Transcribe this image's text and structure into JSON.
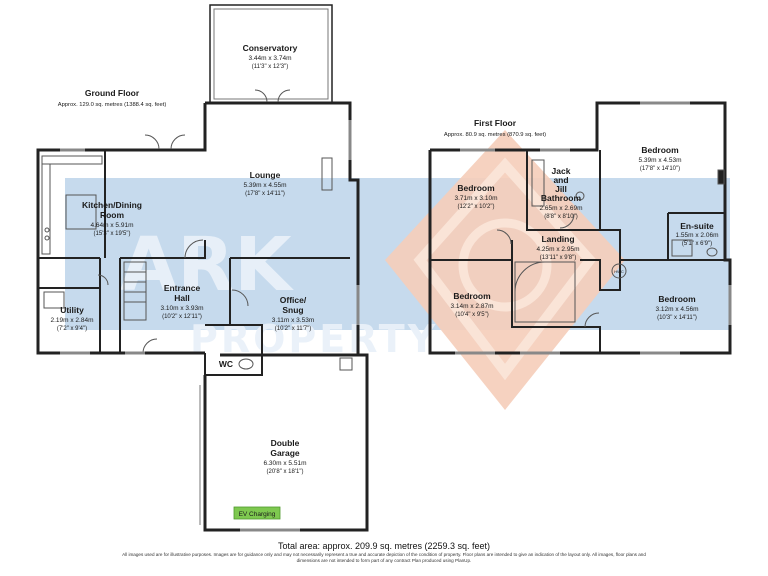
{
  "watermark": {
    "brand": "ARK",
    "sub": "PROPERTY",
    "colors": {
      "band": "#bcd3ea",
      "diamond": "#f3c5b0",
      "text": "#e9f1f9"
    }
  },
  "ground_floor": {
    "title": "Ground Floor",
    "area": "Approx. 129.0 sq. metres (1388.4 sq. feet)",
    "rooms": {
      "conservatory": {
        "name": "Conservatory",
        "metric": "3.44m x 3.74m",
        "imperial": "(11'3\" x 12'3\")"
      },
      "lounge": {
        "name": "Lounge",
        "metric": "5.39m x 4.55m",
        "imperial": "(17'8\" x 14'11\")"
      },
      "kitchen": {
        "name1": "Kitchen/Dining",
        "name2": "Room",
        "metric": "4.64m x 5.91m",
        "imperial": "(15'3\" x 19'5\")"
      },
      "entrance": {
        "name1": "Entrance",
        "name2": "Hall",
        "metric": "3.10m x 3.93m",
        "imperial": "(10'2\" x 12'11\")"
      },
      "office": {
        "name1": "Office/",
        "name2": "Snug",
        "metric": "3.11m x 3.53m",
        "imperial": "(10'2\" x 11'7\")"
      },
      "utility": {
        "name": "Utility",
        "metric": "2.19m x 2.84m",
        "imperial": "(7'2\" x 9'4\")"
      },
      "wc": {
        "name": "WC"
      },
      "garage": {
        "name1": "Double",
        "name2": "Garage",
        "metric": "6.30m x 5.51m",
        "imperial": "(20'8\" x 18'1\")",
        "ev": "EV Charging"
      }
    }
  },
  "first_floor": {
    "title": "First Floor",
    "area": "Approx. 80.9 sq. metres (870.9 sq. feet)",
    "rooms": {
      "bedroom_nw": {
        "name": "Bedroom",
        "metric": "3.71m x 3.10m",
        "imperial": "(12'2\" x 10'2\")"
      },
      "bathroom": {
        "name1": "Jack",
        "name2": "and",
        "name3": "Jill",
        "name4": "Bathroom",
        "metric": "2.65m x 2.69m",
        "imperial": "(8'8\" x 8'10\")"
      },
      "bedroom_ne": {
        "name": "Bedroom",
        "metric": "5.39m x 4.53m",
        "imperial": "(17'8\" x 14'10\")"
      },
      "ensuite": {
        "name": "En-suite",
        "metric": "1.55m x 2.06m",
        "imperial": "(5'1\" x 6'9\")"
      },
      "landing": {
        "name": "Landing",
        "metric": "4.25m x 2.95m",
        "imperial": "(13'11\" x 9'8\")"
      },
      "bedroom_sw": {
        "name": "Bedroom",
        "metric": "3.14m x 2.87m",
        "imperial": "(10'4\" x 9'5\")"
      },
      "bedroom_se": {
        "name": "Bedroom",
        "metric": "3.12m x 4.56m",
        "imperial": "(10'3\" x 14'11\")"
      },
      "cupboard": {
        "name": "HWC"
      }
    }
  },
  "total_area": "Total area: approx. 209.9 sq. metres (2259.3 sq. feet)",
  "disclaimer": "All images used are for illustrative purposes. Images are for guidance only and may not necessarily represent a true and accurate depiction of the condition of property. Floor plans are intended to give an indication of the layout only. All images, floor plans and dimensions are not intended to form part of any contract Plan produced using PlanUp."
}
